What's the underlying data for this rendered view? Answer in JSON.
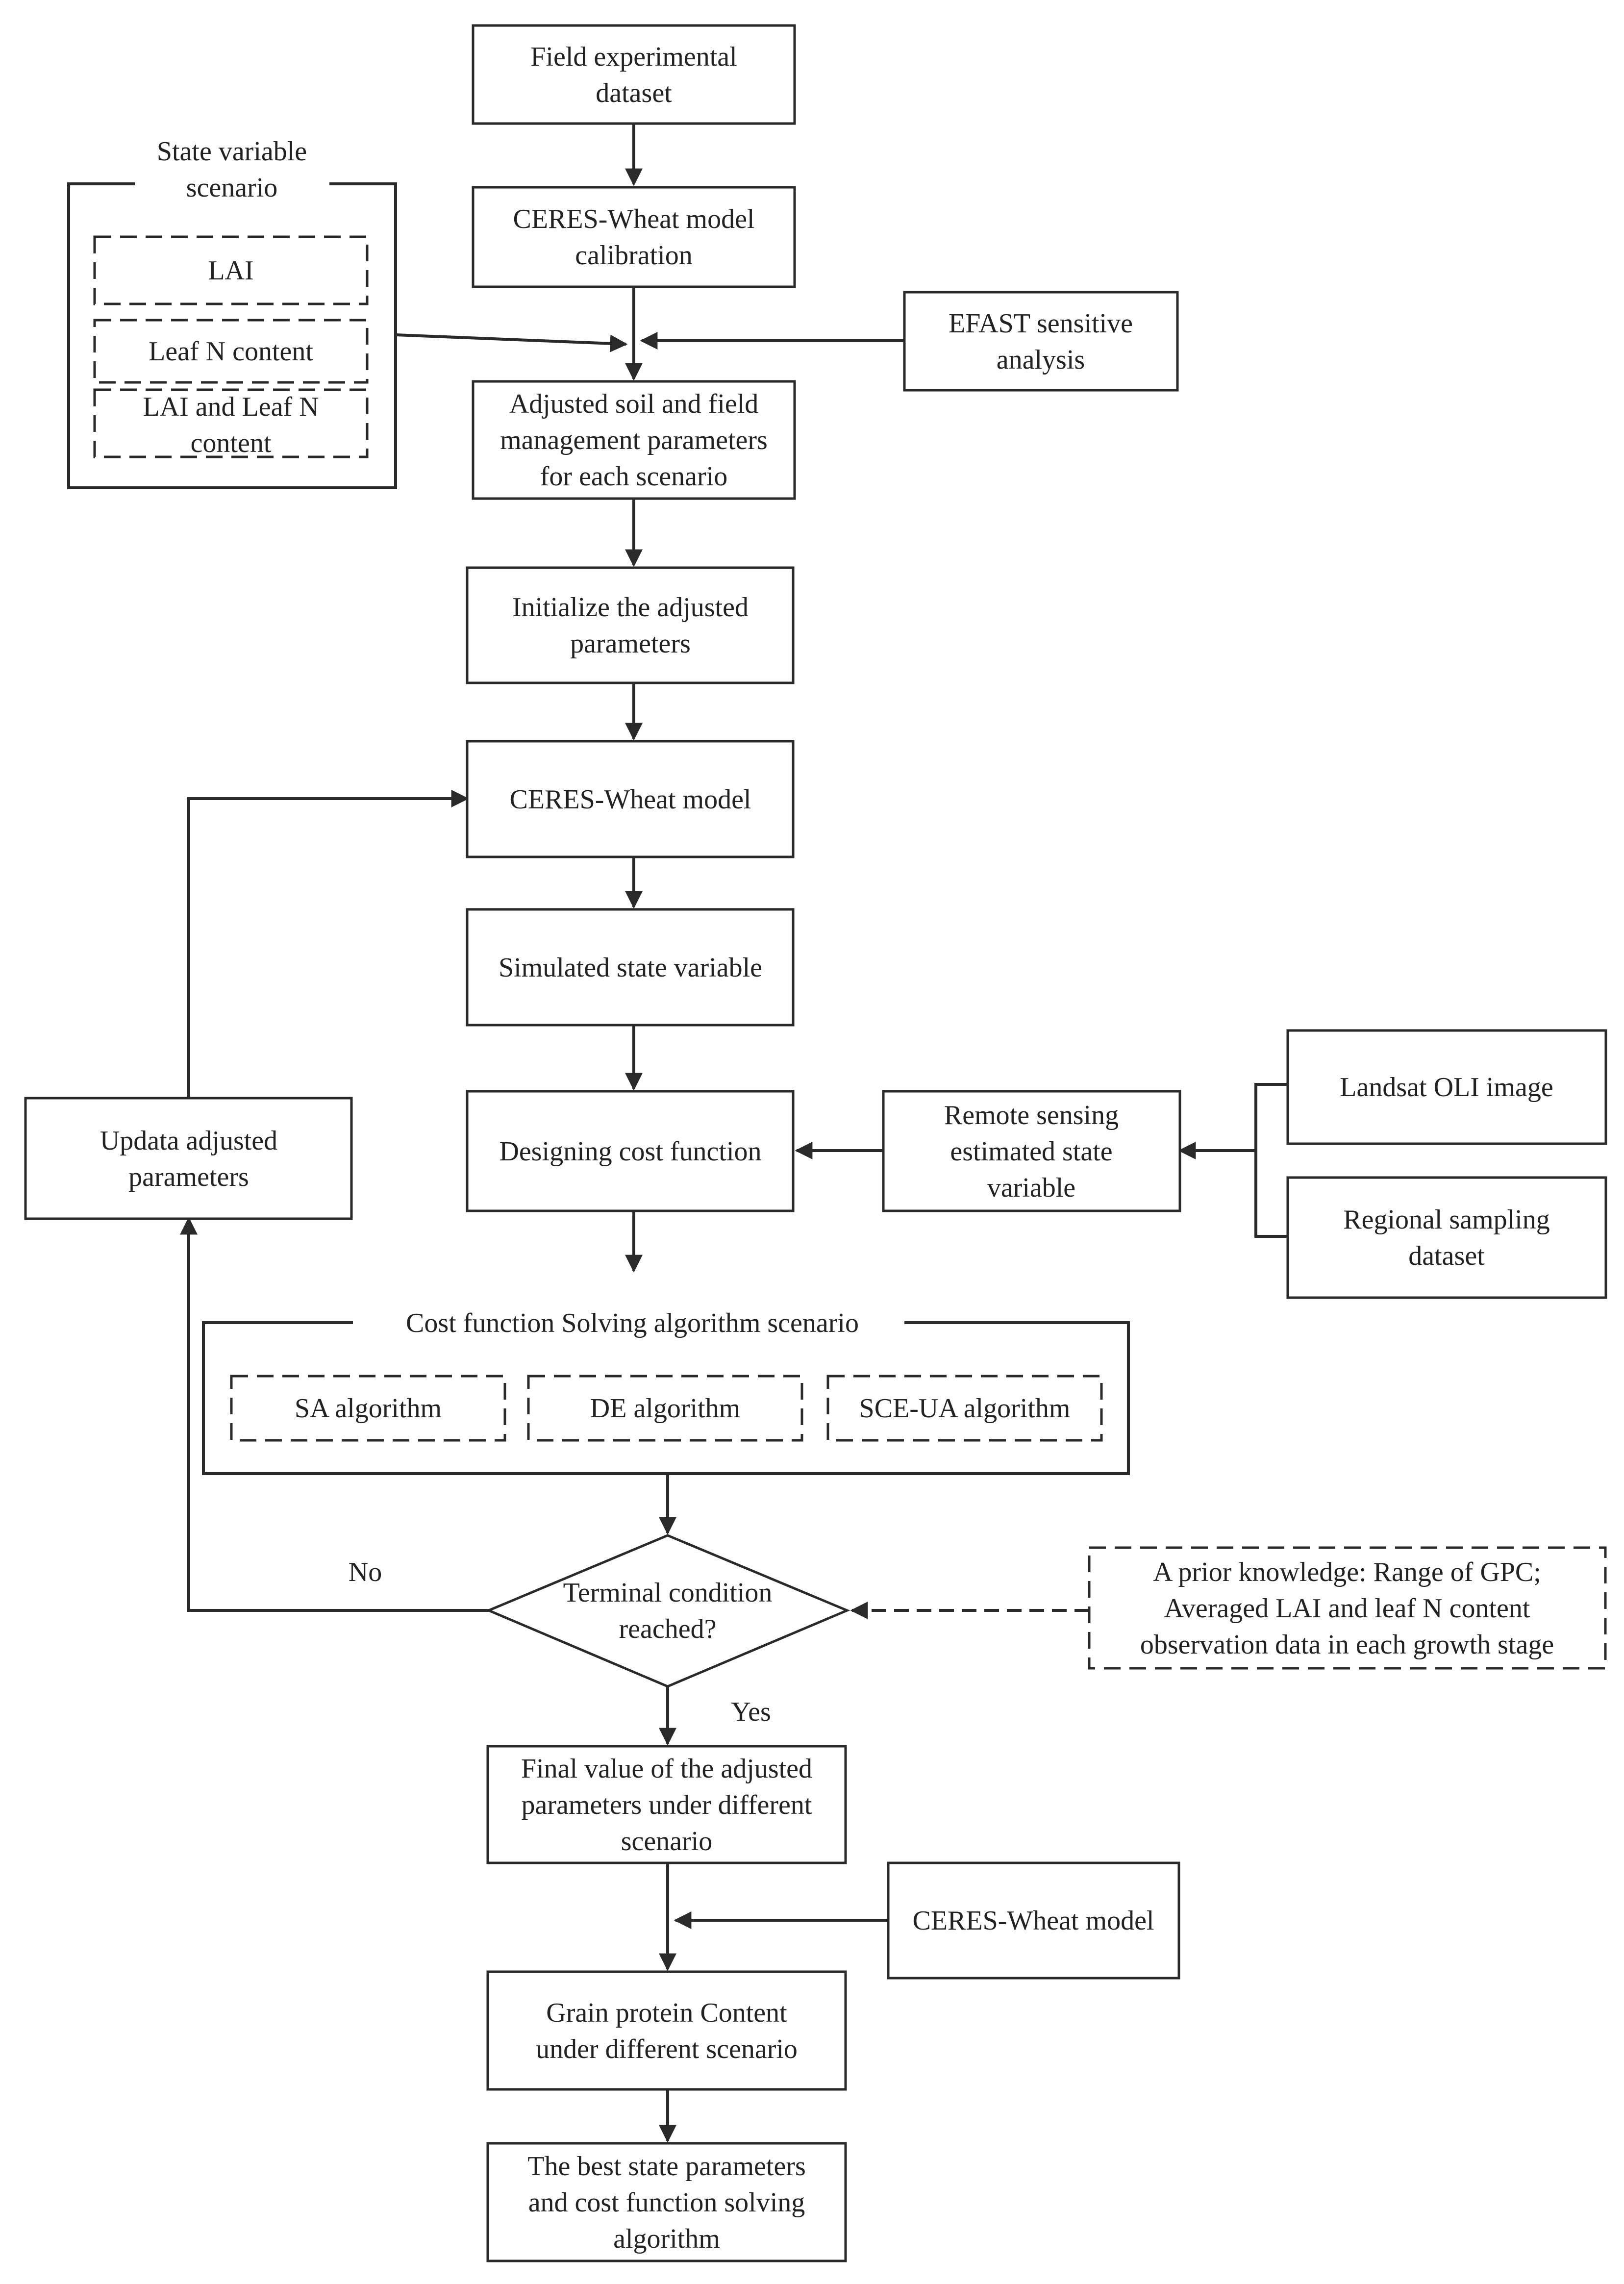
{
  "nodes": {
    "field_dataset": [
      "Field experimental",
      "dataset"
    ],
    "calibration": [
      "CERES-Wheat model",
      "calibration"
    ],
    "efast": [
      "EFAST sensitive",
      "analysis"
    ],
    "state_variable_scenario": [
      "State variable",
      "scenario"
    ],
    "lai": [
      "LAI"
    ],
    "leaf_n": [
      "Leaf N content"
    ],
    "lai_leaf_n": [
      "LAI and Leaf N",
      "content"
    ],
    "adjusted_params": [
      "Adjusted soil and field",
      "management parameters",
      "for each scenario"
    ],
    "initialize": [
      "Initialize the adjusted",
      "parameters"
    ],
    "ceres_model": [
      "CERES-Wheat model"
    ],
    "simulated": [
      "Simulated state variable"
    ],
    "cost_function": [
      "Designing cost function"
    ],
    "rs_estimated": [
      "Remote sensing",
      "estimated state",
      "variable"
    ],
    "landsat": [
      "Landsat OLI image"
    ],
    "regional": [
      "Regional sampling",
      "dataset"
    ],
    "update": [
      "Updata adjusted",
      "parameters"
    ],
    "solving_scenario": [
      "Cost function Solving algorithm scenario"
    ],
    "sa": [
      "SA algorithm"
    ],
    "de": [
      "DE algorithm"
    ],
    "sce": [
      "SCE-UA algorithm"
    ],
    "terminal": [
      "Terminal condition",
      "reached?"
    ],
    "prior": [
      "A prior knowledge: Range of GPC;",
      "Averaged LAI and leaf N content",
      "observation data in each growth stage"
    ],
    "final_value": [
      "Final value of the adjusted",
      "parameters under different",
      "scenario"
    ],
    "ceres_model2": [
      "CERES-Wheat model"
    ],
    "gpc": [
      "Grain protein Content",
      "under different scenario"
    ],
    "best": [
      "The best state parameters",
      "and cost function solving",
      "algorithm"
    ]
  },
  "labels": {
    "no": "No",
    "yes": "Yes"
  }
}
